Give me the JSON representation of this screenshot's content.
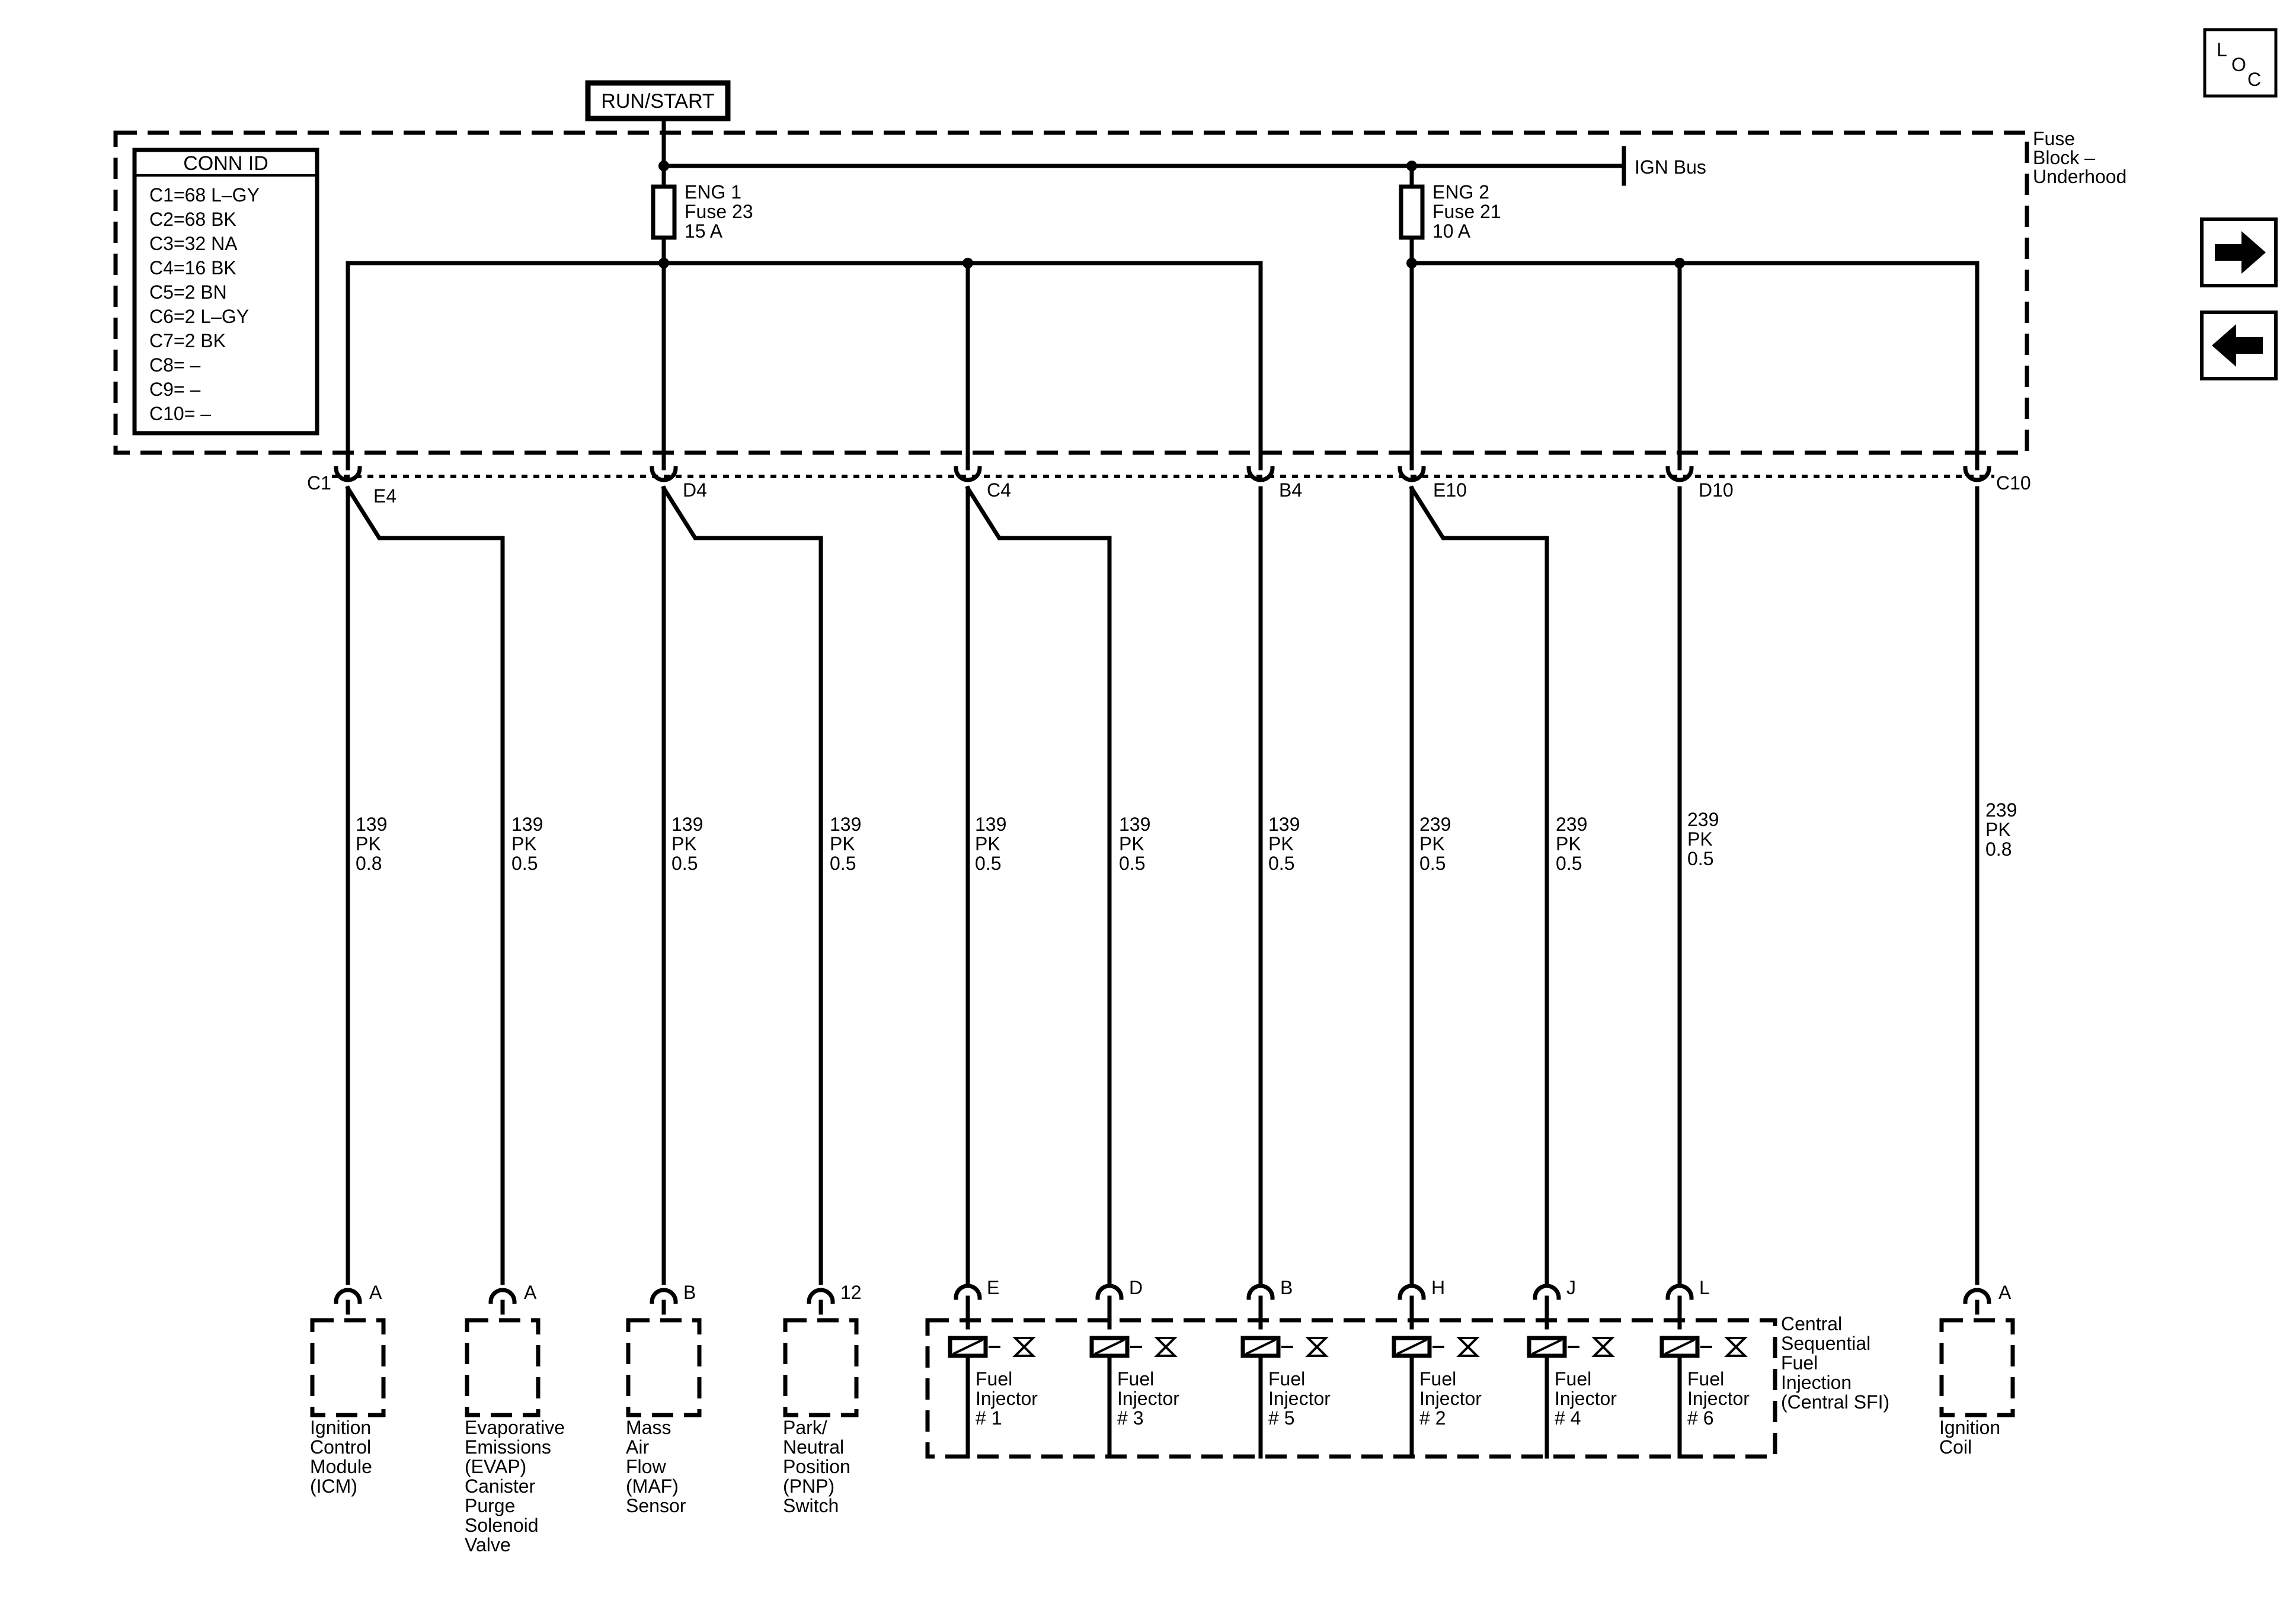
{
  "run_start_label": "RUN/START",
  "ign_bus_label": "IGN Bus",
  "fuse_block_label": [
    "Fuse",
    "Block –",
    "Underhood"
  ],
  "conn_id": {
    "title": "CONN ID",
    "rows": [
      "C1=68 L–GY",
      "C2=68 BK",
      "C3=32 NA",
      "C4=16 BK",
      "C5=2 BN",
      "C6=2 L–GY",
      "C7=2 BK",
      "C8= –",
      "C9= –",
      "C10= –"
    ]
  },
  "fuses": [
    {
      "name": "ENG 1",
      "fuse": "Fuse 23",
      "rating": "15 A"
    },
    {
      "name": "ENG 2",
      "fuse": "Fuse 21",
      "rating": "10 A"
    }
  ],
  "connector_labels": [
    "C1",
    "E4",
    "D4",
    "C4",
    "B4",
    "E10",
    "D10",
    "C10"
  ],
  "wires": [
    {
      "circuit": "139",
      "color": "PK",
      "size": "0.8"
    },
    {
      "circuit": "139",
      "color": "PK",
      "size": "0.5"
    },
    {
      "circuit": "139",
      "color": "PK",
      "size": "0.5"
    },
    {
      "circuit": "139",
      "color": "PK",
      "size": "0.5"
    },
    {
      "circuit": "139",
      "color": "PK",
      "size": "0.5"
    },
    {
      "circuit": "139",
      "color": "PK",
      "size": "0.5"
    },
    {
      "circuit": "139",
      "color": "PK",
      "size": "0.5"
    },
    {
      "circuit": "239",
      "color": "PK",
      "size": "0.5"
    },
    {
      "circuit": "239",
      "color": "PK",
      "size": "0.5"
    },
    {
      "circuit": "239",
      "color": "PK",
      "size": "0.5"
    },
    {
      "circuit": "239",
      "color": "PK",
      "size": "0.8"
    }
  ],
  "pins": [
    "A",
    "A",
    "B",
    "12",
    "E",
    "D",
    "B",
    "H",
    "J",
    "L",
    "A"
  ],
  "components": [
    [
      "Ignition",
      "Control",
      "Module",
      "(ICM)"
    ],
    [
      "Evaporative",
      "Emissions",
      "(EVAP)",
      "Canister",
      "Purge",
      "Solenoid",
      "Valve"
    ],
    [
      "Mass",
      "Air",
      "Flow",
      "(MAF)",
      "Sensor"
    ],
    [
      "Park/",
      "Neutral",
      "Position",
      "(PNP)",
      "Switch"
    ],
    [
      "Ignition",
      "Coil"
    ]
  ],
  "injectors": [
    [
      "Fuel",
      "Injector",
      "# 1"
    ],
    [
      "Fuel",
      "Injector",
      "# 3"
    ],
    [
      "Fuel",
      "Injector",
      "# 5"
    ],
    [
      "Fuel",
      "Injector",
      "# 2"
    ],
    [
      "Fuel",
      "Injector",
      "# 4"
    ],
    [
      "Fuel",
      "Injector",
      "# 6"
    ]
  ],
  "sfi_label": [
    "Central",
    "Sequential",
    "Fuel",
    "Injection",
    "(Central SFI)"
  ],
  "nav": {
    "loc_icon": [
      "L",
      "O",
      "C"
    ],
    "next_icon": "right-arrow-icon",
    "prev_icon": "left-arrow-icon"
  }
}
